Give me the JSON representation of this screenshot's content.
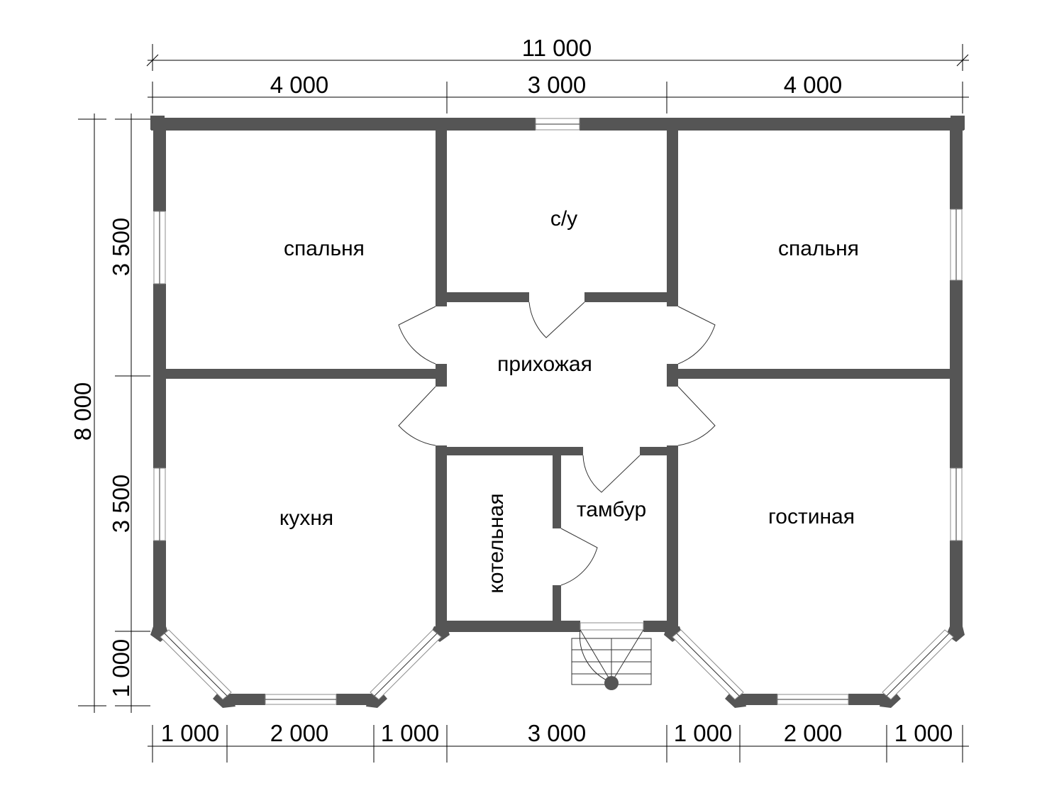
{
  "dimensions": {
    "total_width": "11 000",
    "top_left": "4 000",
    "top_middle": "3 000",
    "top_right": "4 000",
    "total_depth": "8 000",
    "left_upper": "3 500",
    "left_lower": "3 500",
    "left_bay": "1 000",
    "bottom": [
      "1 000",
      "2 000",
      "1 000",
      "3 000",
      "1 000",
      "2 000",
      "1 000"
    ]
  },
  "rooms": {
    "bedroom_left": "спальня",
    "bathroom": "с/у",
    "bedroom_right": "спальня",
    "hallway": "прихожая",
    "kitchen": "кухня",
    "boiler_room": "котельная",
    "vestibule": "тамбур",
    "living_room": "гостиная"
  },
  "colors": {
    "wall": "#555555",
    "window": "#ffffff",
    "lines": "#000000"
  }
}
